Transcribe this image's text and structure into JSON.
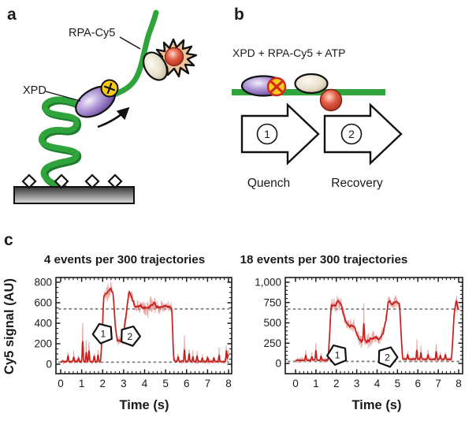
{
  "panel_a": {
    "letter": "a",
    "rpa_label": "RPA-Cy5",
    "xpd_label": "XPD"
  },
  "panel_b": {
    "letter": "b",
    "reaction": "XPD + RPA-Cy5 + ATP",
    "step1_num": "1",
    "step2_num": "2",
    "step1_label": "Quench",
    "step2_label": "Recovery"
  },
  "panel_c": {
    "letter": "c",
    "ylabel": "Cy5 signal (AU)"
  },
  "colors": {
    "dna_green": "#2fa43c",
    "trace_red": "#c4201e",
    "band_red": "#e08a85",
    "dashed_gray": "#7f7f7f",
    "rpa_label_tan": "#a08455",
    "xpd_label_purple": "#6b4aa2"
  },
  "chart_data": [
    {
      "type": "line",
      "title": "4 events per 300 trajectories",
      "xlabel": "Time (s)",
      "ylabel": "Cy5 signal (AU)",
      "xlim": [
        0,
        8
      ],
      "ylim": [
        0,
        800
      ],
      "xticks": [
        "0",
        "1",
        "2",
        "3",
        "4",
        "5",
        "6",
        "7",
        "8"
      ],
      "yticks": [
        {
          "v": 0,
          "label": "0"
        },
        {
          "v": 200,
          "label": "200"
        },
        {
          "v": 400,
          "label": "400"
        },
        {
          "v": 600,
          "label": "600"
        },
        {
          "v": 800,
          "label": "800"
        }
      ],
      "x_minor_step": 0.2,
      "y_minor_step": 50,
      "y_major_step": 200,
      "dashed_lines": [
        540,
        20
      ],
      "keypoints": [
        [
          0,
          25,
          18
        ],
        [
          1.9,
          25,
          18
        ],
        [
          1.98,
          300,
          40
        ],
        [
          2.05,
          670,
          55
        ],
        [
          2.2,
          690,
          70
        ],
        [
          2.35,
          740,
          60
        ],
        [
          2.5,
          700,
          60
        ],
        [
          2.6,
          380,
          50
        ],
        [
          2.7,
          230,
          35
        ],
        [
          2.95,
          225,
          40
        ],
        [
          3.1,
          450,
          60
        ],
        [
          3.25,
          710,
          60
        ],
        [
          3.4,
          650,
          60
        ],
        [
          3.55,
          560,
          55
        ],
        [
          3.8,
          570,
          65
        ],
        [
          4.0,
          545,
          60
        ],
        [
          4.2,
          555,
          70
        ],
        [
          4.45,
          600,
          70
        ],
        [
          4.6,
          560,
          60
        ],
        [
          4.85,
          555,
          55
        ],
        [
          5.05,
          570,
          55
        ],
        [
          5.3,
          545,
          45
        ],
        [
          5.38,
          60,
          25
        ],
        [
          5.45,
          28,
          18
        ],
        [
          8,
          25,
          18
        ]
      ],
      "spikes": [
        [
          0.35,
          110
        ],
        [
          0.62,
          90
        ],
        [
          0.85,
          70
        ],
        [
          1.05,
          400
        ],
        [
          1.22,
          180
        ],
        [
          1.35,
          210
        ],
        [
          1.6,
          110
        ],
        [
          1.78,
          130
        ],
        [
          5.6,
          90
        ],
        [
          5.9,
          230
        ],
        [
          6.12,
          150
        ],
        [
          6.3,
          90
        ],
        [
          6.5,
          110
        ],
        [
          6.75,
          70
        ],
        [
          7.0,
          80
        ],
        [
          7.3,
          70
        ],
        [
          7.55,
          120
        ],
        [
          7.9,
          210
        ],
        [
          7.98,
          130
        ]
      ],
      "markers": [
        {
          "label": "1",
          "t": 2.02,
          "v": 300
        },
        {
          "label": "2",
          "t": 3.3,
          "v": 275
        }
      ]
    },
    {
      "type": "line",
      "title": "18 events per 300 trajectories",
      "xlabel": "Time (s)",
      "ylabel": "Cy5 signal (AU)",
      "xlim": [
        0,
        8
      ],
      "ylim": [
        0,
        1000
      ],
      "xticks": [
        "0",
        "1",
        "2",
        "3",
        "4",
        "5",
        "6",
        "7",
        "8"
      ],
      "yticks": [
        {
          "v": 0,
          "label": "0"
        },
        {
          "v": 250,
          "label": "250"
        },
        {
          "v": 500,
          "label": "500"
        },
        {
          "v": 750,
          "label": "750"
        },
        {
          "v": 1000,
          "label": "1,000"
        }
      ],
      "x_minor_step": 0.2,
      "y_minor_step": 50,
      "y_major_step": 250,
      "dashed_lines": [
        670,
        25
      ],
      "keypoints": [
        [
          0,
          40,
          25
        ],
        [
          1.6,
          40,
          25
        ],
        [
          1.68,
          400,
          60
        ],
        [
          1.75,
          730,
          65
        ],
        [
          1.95,
          700,
          75
        ],
        [
          2.1,
          780,
          90
        ],
        [
          2.25,
          720,
          80
        ],
        [
          2.4,
          560,
          70
        ],
        [
          2.55,
          470,
          60
        ],
        [
          2.9,
          450,
          65
        ],
        [
          3.05,
          330,
          60
        ],
        [
          3.2,
          280,
          70
        ],
        [
          3.35,
          300,
          110
        ],
        [
          3.5,
          270,
          70
        ],
        [
          3.7,
          300,
          75
        ],
        [
          3.9,
          330,
          70
        ],
        [
          4.1,
          290,
          60
        ],
        [
          4.3,
          380,
          70
        ],
        [
          4.45,
          560,
          70
        ],
        [
          4.55,
          770,
          70
        ],
        [
          4.75,
          730,
          55
        ],
        [
          4.95,
          760,
          60
        ],
        [
          5.1,
          740,
          60
        ],
        [
          5.17,
          400,
          60
        ],
        [
          5.25,
          55,
          28
        ],
        [
          7.65,
          48,
          26
        ],
        [
          7.78,
          600,
          80
        ],
        [
          7.88,
          780,
          80
        ],
        [
          8,
          640,
          90
        ]
      ],
      "spikes": [
        [
          0.5,
          120
        ],
        [
          0.8,
          90
        ],
        [
          1.0,
          240
        ],
        [
          1.25,
          100
        ],
        [
          3.35,
          380
        ],
        [
          5.5,
          100
        ],
        [
          5.95,
          220
        ],
        [
          6.15,
          160
        ],
        [
          6.5,
          120
        ],
        [
          6.9,
          190
        ],
        [
          7.1,
          100
        ],
        [
          7.35,
          110
        ]
      ],
      "markers": [
        {
          "label": "1",
          "t": 2.05,
          "v": 105
        },
        {
          "label": "2",
          "t": 4.5,
          "v": 80
        }
      ]
    }
  ]
}
